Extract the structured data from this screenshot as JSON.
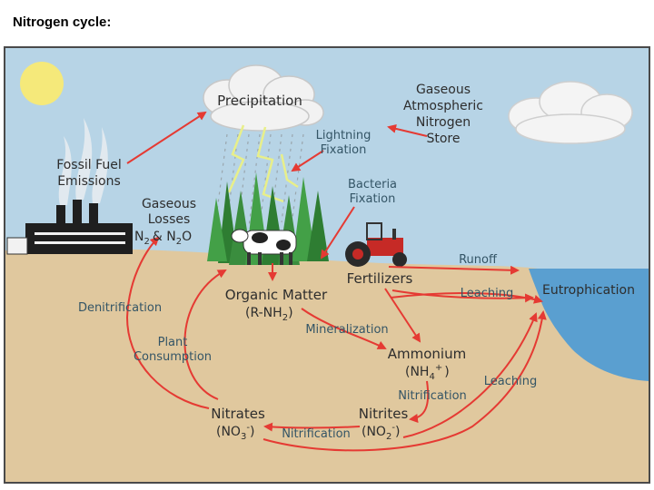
{
  "title": "Nitrogen cycle:",
  "diagram": {
    "labels": {
      "precipitation": "Precipitation",
      "gaseous_1": "Gaseous",
      "gaseous_2": "Atmospheric",
      "gaseous_3": "Nitrogen",
      "gaseous_4": "Store",
      "lightning_1": "Lightning",
      "lightning_2": "Fixation",
      "fossil_1": "Fossil Fuel",
      "fossil_2": "Emissions",
      "bacteria_1": "Bacteria",
      "bacteria_2": "Fixation",
      "losses_1": "Gaseous",
      "losses_2": "Losses",
      "losses_n": "N",
      "losses_n_sub": "2",
      "losses_amp": "& N",
      "losses_n2o_sub": "2",
      "losses_o": "O",
      "runoff": "Runoff",
      "fertilizers": "Fertilizers",
      "leaching_1": "Leaching",
      "eutrophication": "Eutrophication",
      "denitrification": "Denitrification",
      "organic_1": "Organic Matter",
      "organic_2_a": "(R-NH",
      "organic_2_sub": "2",
      "organic_2_b": ")",
      "mineralization": "Mineralization",
      "plant_1": "Plant",
      "plant_2": "Consumption",
      "ammonium_1": "Ammonium",
      "ammonium_2_a": "(NH",
      "ammonium_2_sub": "4",
      "ammonium_2_sup": "+",
      "ammonium_2_b": ")",
      "nitrification_1": "Nitrification",
      "leaching_2": "Leaching",
      "nitrates_1": "Nitrates",
      "nitrates_2_a": "(NO",
      "nitrates_2_sub": "3",
      "nitrates_2_sup": "-",
      "nitrates_2_b": ")",
      "nitrification_2": "Nitrification",
      "nitrites_1": "Nitrites",
      "nitrites_2_a": "(NO",
      "nitrites_2_sub": "2",
      "nitrites_2_sup": "-",
      "nitrites_2_b": ")"
    }
  },
  "colors": {
    "sky": "#b7d4e6",
    "ground": "#e0c89e",
    "water": "#5a9fd0",
    "arrow": "#e53a33",
    "label_dark": "#2d2d2d",
    "label_blue": "#345566",
    "tractor": "#c62a26",
    "tree": "#3a8d3e",
    "sun": "#f5e97a"
  }
}
